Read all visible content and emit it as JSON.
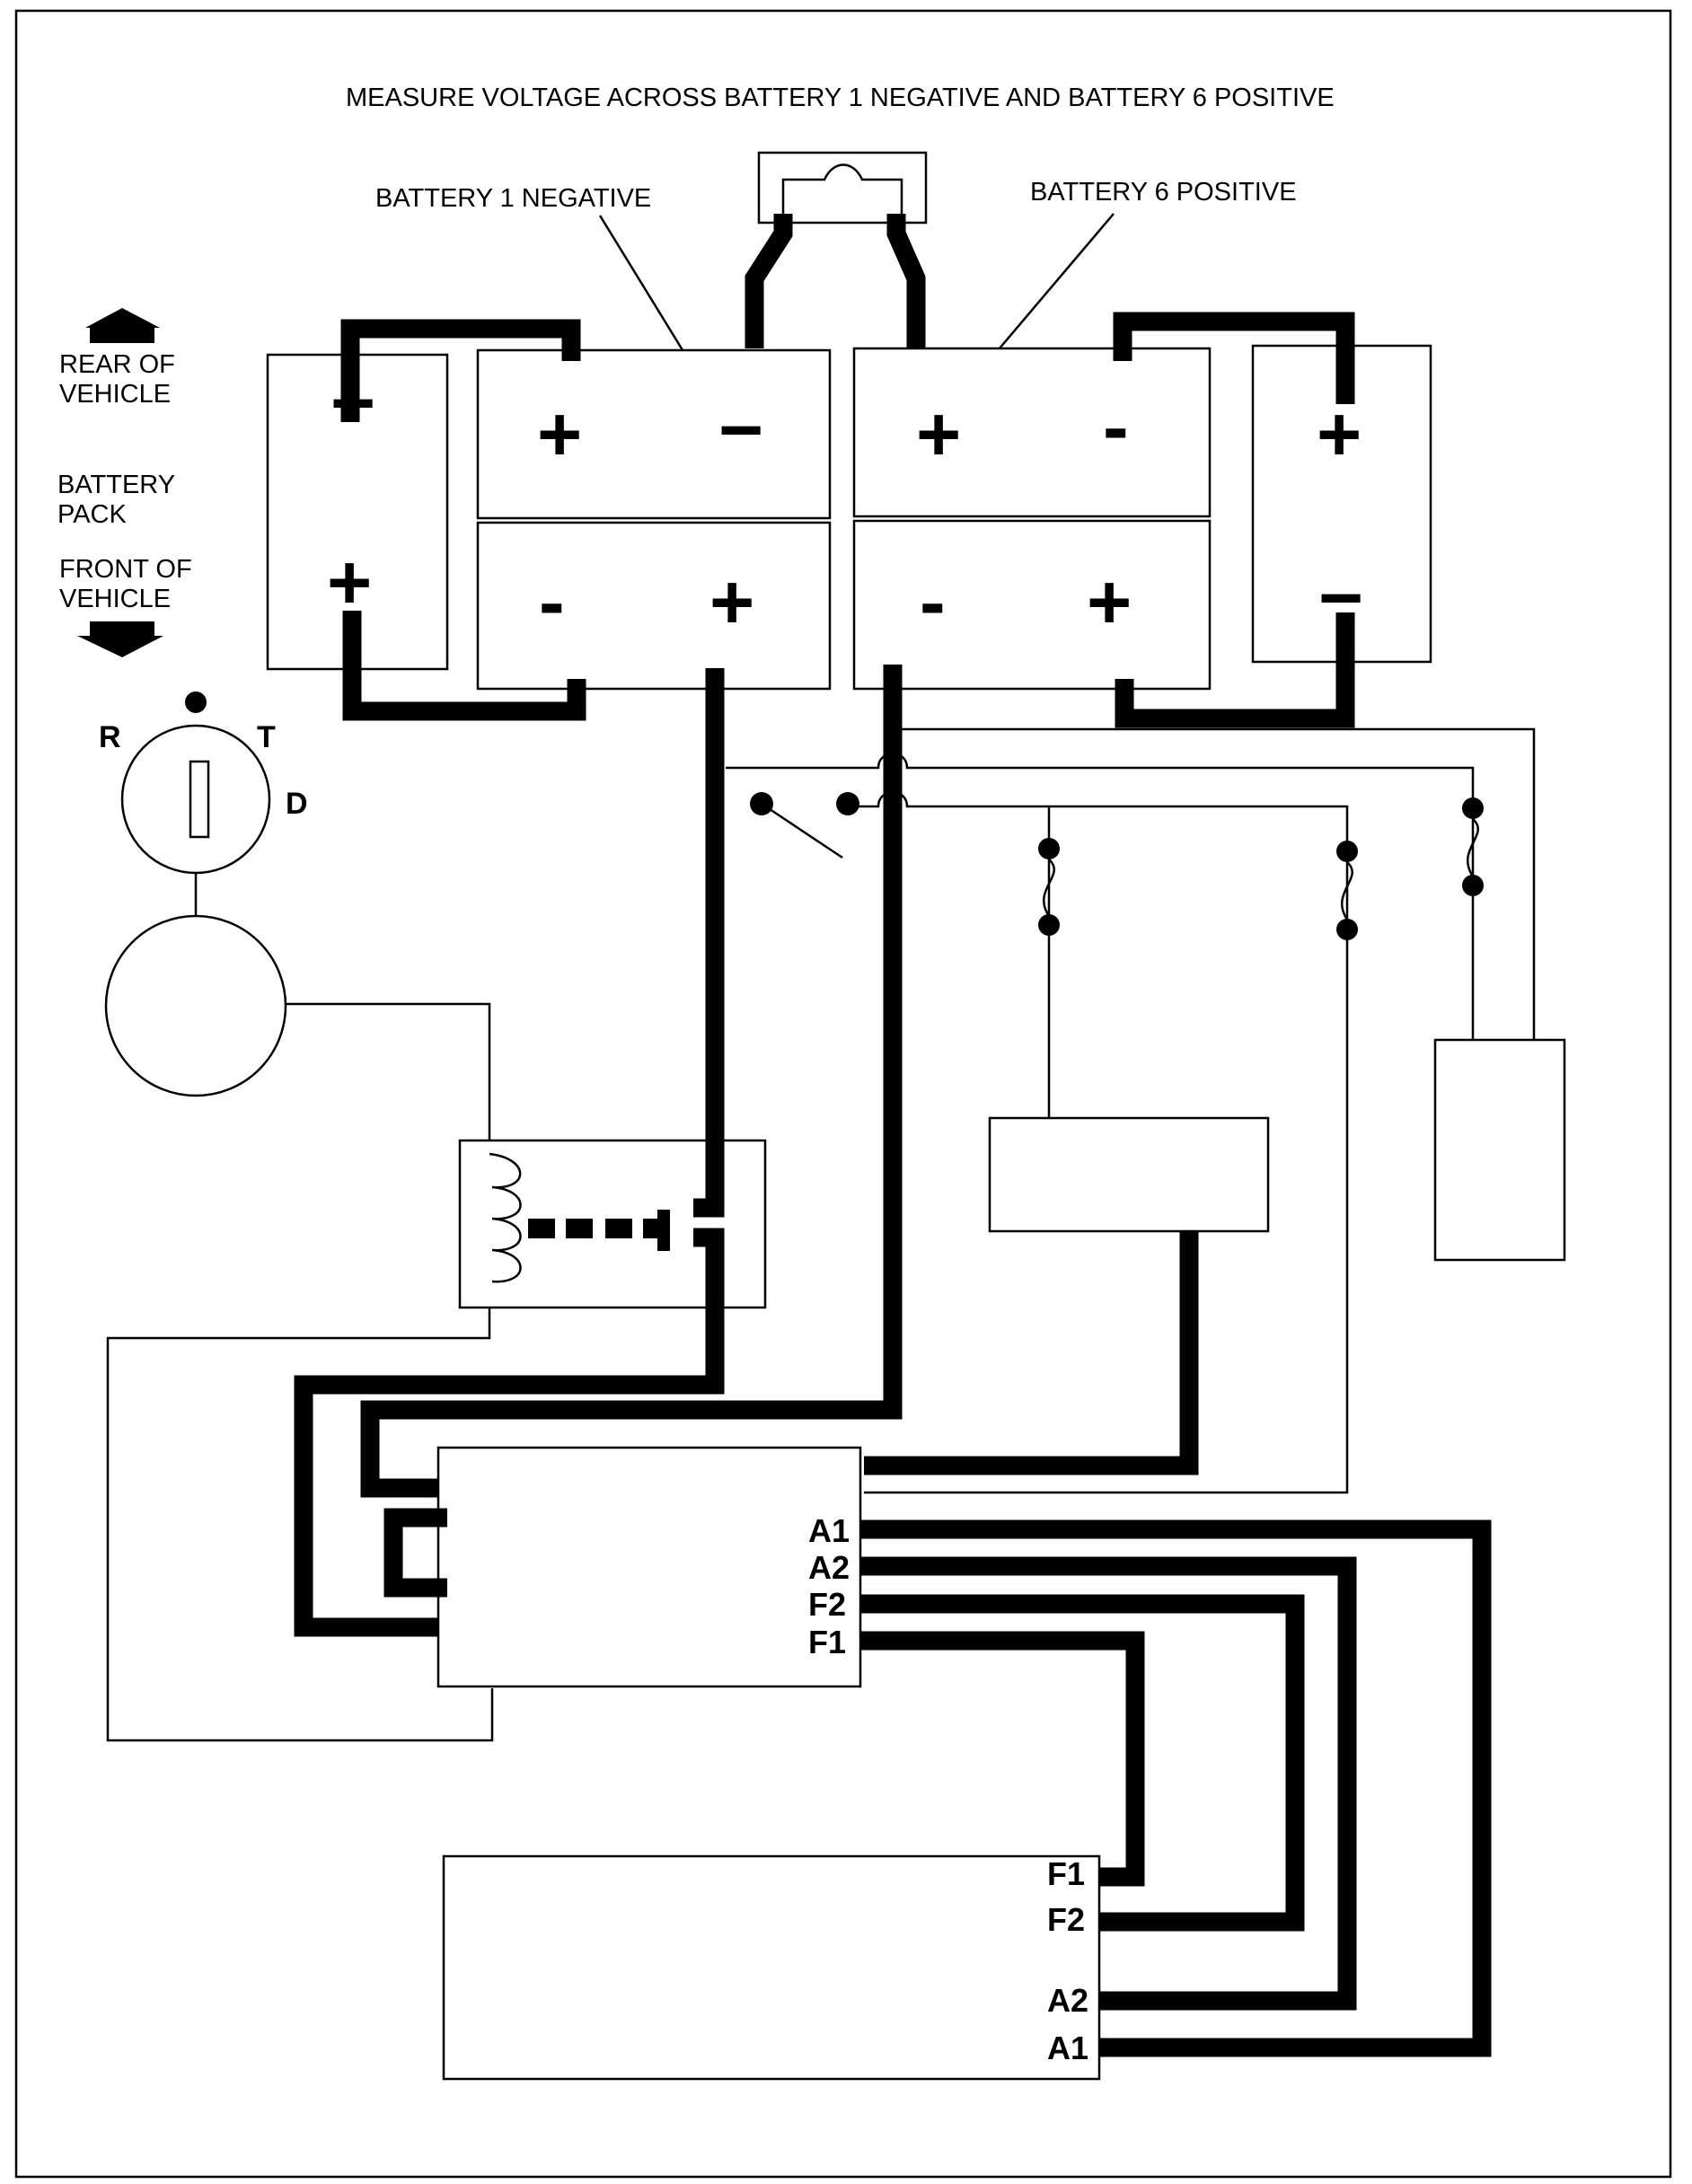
{
  "title": "MEASURE VOLTAGE ACROSS BATTERY 1 NEGATIVE AND BATTERY 6 POSITIVE",
  "callouts": {
    "battery1_negative": "BATTERY 1  NEGATIVE",
    "battery6_positive": "BATTERY 6 POSITIVE"
  },
  "side_labels": {
    "rear_line1": "REAR OF",
    "rear_line2": "VEHICLE",
    "pack_line1": "BATTERY",
    "pack_line2": "PACK",
    "front_line1": "FRONT OF",
    "front_line2": "VEHICLE"
  },
  "battery_symbols": {
    "b_left_top": "−",
    "b_left_bottom": "+",
    "b2_top_left": "+",
    "b2_top_right": "−",
    "b2_bottom_left": "-",
    "b2_bottom_right": "+",
    "b3_top_left": "+",
    "b3_top_right": "-",
    "b3_bottom_left": "-",
    "b3_bottom_right": "+",
    "b_right_top": "+",
    "b_right_bottom": "−"
  },
  "ignition_switch": {
    "r": "R",
    "t": "T",
    "d": "D"
  },
  "controller_terminals": [
    "A1",
    "A2",
    "F2",
    "F1"
  ],
  "motor_terminals": [
    "F1",
    "F2",
    "A2",
    "A1"
  ]
}
